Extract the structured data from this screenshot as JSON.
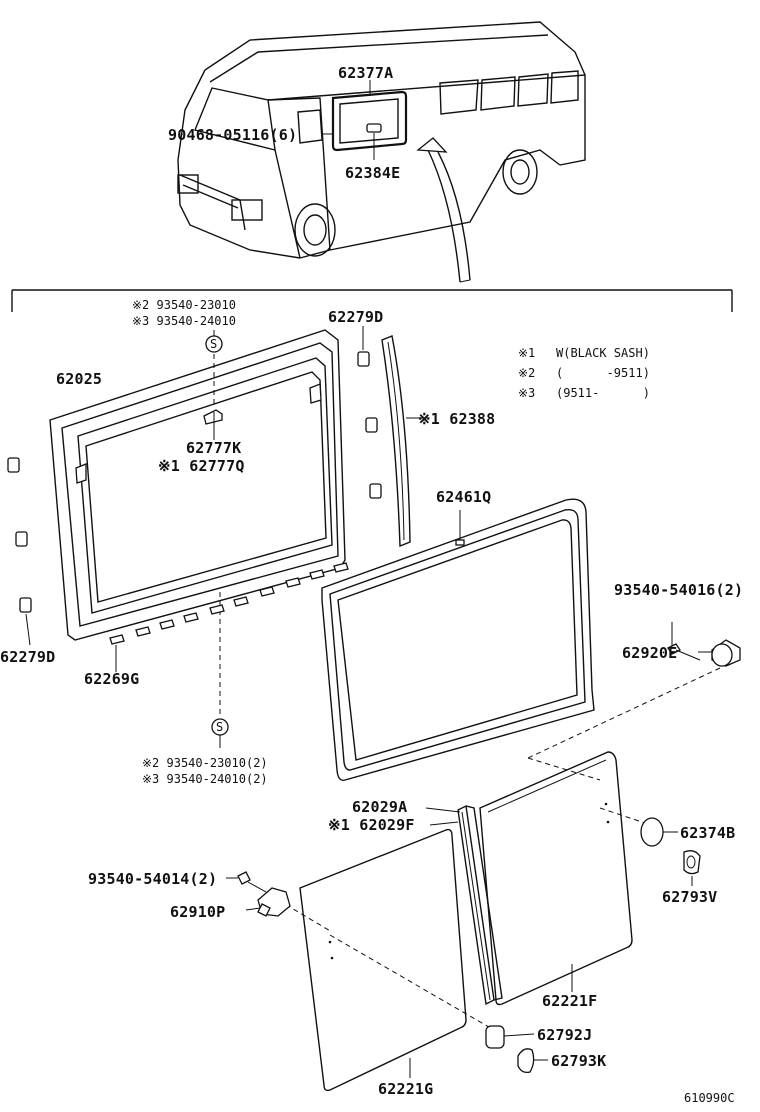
{
  "labels": {
    "l_62377A": "62377A",
    "l_90468": "90468-05116(6)",
    "l_62384E": "62384E",
    "l_note2_top": "※2 93540-23010",
    "l_note3_top": "※3 93540-24010",
    "l_62279D_top": "62279D",
    "l_62025": "62025",
    "l_62777K": "62777K",
    "l_62777Q": "※1 62777Q",
    "l_62388": "※1 62388",
    "l_62461Q": "62461Q",
    "l_93540_54016": "93540-54016(2)",
    "l_62920E": "62920E",
    "l_62279D_bot": "62279D",
    "l_62269G": "62269G",
    "l_note2_bot": "※2 93540-23010(2)",
    "l_note3_bot": "※3 93540-24010(2)",
    "l_62029A": "62029A",
    "l_62029F": "※1 62029F",
    "l_62374B": "62374B",
    "l_62793V": "62793V",
    "l_93540_54014": "93540-54014(2)",
    "l_62910P": "62910P",
    "l_62221F": "62221F",
    "l_62792J": "62792J",
    "l_62793K": "62793K",
    "l_62221G": "62221G",
    "fig_code": "610990C",
    "s_top": "S",
    "s_bot": "S"
  },
  "legend": [
    {
      "mark": "※1",
      "text": "W(BLACK SASH)"
    },
    {
      "mark": "※2",
      "text": "(      -9511)"
    },
    {
      "mark": "※3",
      "text": "(9511-      )"
    }
  ]
}
